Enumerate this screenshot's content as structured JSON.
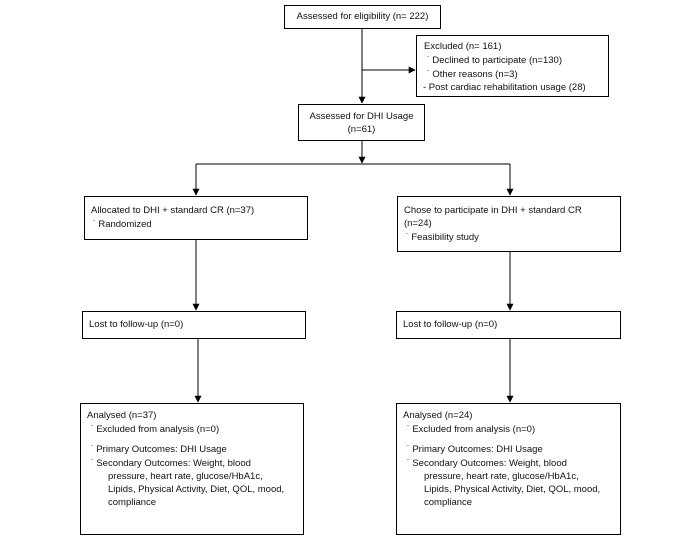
{
  "eligibility": {
    "text": "Assessed for eligibility (n= 222)"
  },
  "excluded": {
    "title": "Excluded  (n= 161)",
    "items": [
      "Declined to participate (n=130)",
      "Other reasons (n=3)"
    ],
    "extra": "- Post cardiac rehabilitation usage (28)"
  },
  "dhi_usage": {
    "line1": "Assessed for DHI Usage",
    "line2": "(n=61)"
  },
  "left": {
    "allocation": {
      "title": "Allocated to DHI + standard CR (n=37)",
      "item": "Randomized"
    },
    "followup": "Lost to follow-up (n=0)",
    "analysed": {
      "title": "Analysed  (n=37)",
      "excluded": "Excluded from analysis (n=0)",
      "primary": "Primary Outcomes: DHI Usage",
      "secondary": [
        "Secondary Outcomes: Weight, blood",
        "pressure, heart rate, glucose/HbA1c,",
        "Lipids, Physical Activity, Diet, QOL, mood,",
        "compliance"
      ]
    }
  },
  "right": {
    "allocation": {
      "title": "Chose to participate in DHI + standard CR",
      "title2": "(n=24)",
      "item": "Feasibility study"
    },
    "followup": "Lost to follow-up (n=0)",
    "analysed": {
      "title": "Analysed  (n=24)",
      "excluded": "Excluded from analysis (n=0)",
      "primary": "Primary Outcomes: DHI Usage",
      "secondary": [
        "Secondary Outcomes: Weight, blood",
        "pressure, heart rate, glucose/HbA1c,",
        "Lipids, Physical Activity, Diet, QOL, mood,",
        "compliance"
      ]
    }
  }
}
